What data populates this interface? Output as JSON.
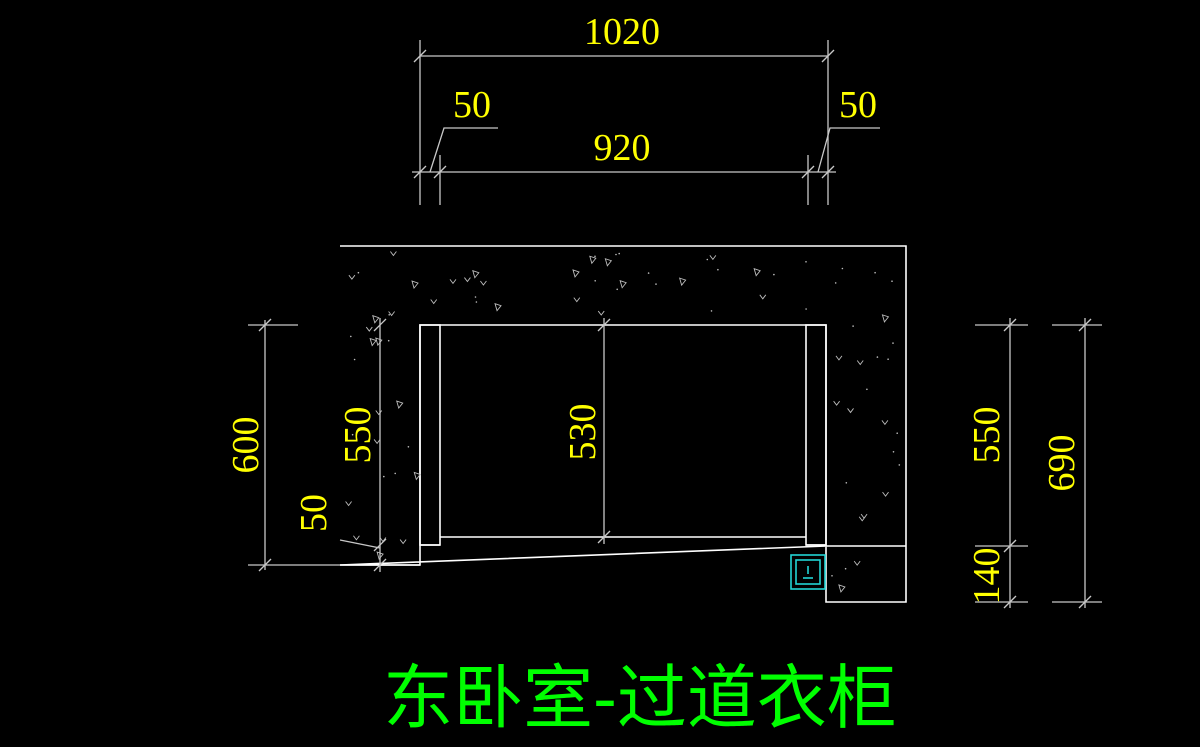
{
  "title": "东卧室-过道衣柜",
  "dimensions": {
    "overall_width": "1020",
    "left_gap": "50",
    "inner_width": "920",
    "right_gap": "50",
    "left_height": "600",
    "left_inner_height": "550",
    "left_bottom": "50",
    "center_height": "530",
    "right_upper": "550",
    "right_lower": "140",
    "right_total": "690"
  },
  "colors": {
    "background": "#000000",
    "dimension_text": "#ffff00",
    "title_text": "#00ff00",
    "outline": "#ffffff",
    "symbol": "#22d4d4"
  }
}
